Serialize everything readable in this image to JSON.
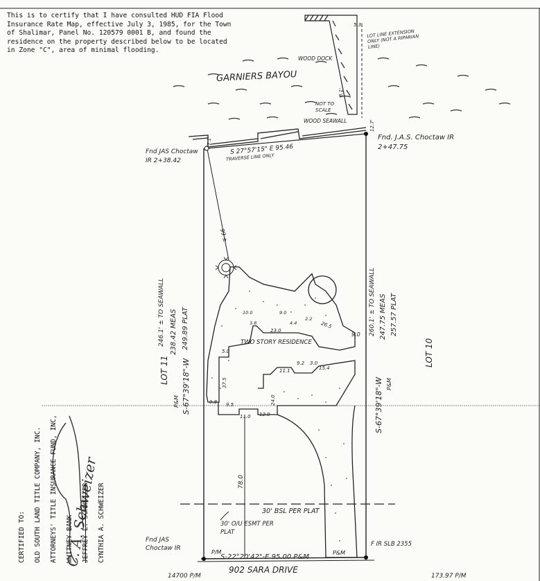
{
  "certification_note": "This is to certify that I have consulted HUD FIA Flood Insurance Rate Map, effective July 3, 1985, for the Town of Shalimar, Panel No. 120579 0001 B, and found the residence on the property described below to be located in Zone \"C\", area of minimal flooding.",
  "certified_to": {
    "heading": "CERTIFIED TO:",
    "parties": [
      "OLD SOUTH LAND TITLE COMPANY, INC.",
      "ATTORNEYS' TITLE INSURANCE FUND, INC,",
      "WHITNEY BANK",
      "JEFFREY L. SCHWEIZER",
      "CYNTHIA A. SCHWEIZER"
    ]
  },
  "water": {
    "bayou_name": "GARNIERS BAYOU",
    "wood_dock": "WOOD DOCK",
    "wood_seawall": "WOOD SEAWALL",
    "not_to_scale": "NOT TO SCALE",
    "lot_line_note": "LOT LINE EXTENSION ONLY (NOT A RIPARIAN LINE)",
    "dim_53": "5.3'",
    "dim_81": "8.1'",
    "dim_127": "12.7'",
    "dim_71": "7.1'"
  },
  "corners": {
    "nw": "Fnd JAS Choctaw IR 2+38.42",
    "ne": "Fnd. J.A.S. Choctaw IR 2+47.75",
    "sw": "Fnd JAS Choctaw IR",
    "se": "F IR SLB 2355"
  },
  "bearings": {
    "north": "S 27°57'15\" E  95.46",
    "traverse": "TRAVERSE LINE ONLY",
    "diagonal": "99 ±",
    "west": "S-67°39'18\"-W",
    "east": "S-67°39'18\"-W",
    "west_pm": "P&M",
    "east_pm": "P&M",
    "south": "S-22°20'42\"-E  95.00  P&M"
  },
  "west_line": {
    "to_seawall": "246.1' ± TO SEAWALL",
    "meas": "238.42 MEAS",
    "plat": "249.89 PLAT"
  },
  "east_line": {
    "to_seawall": "260.1' ± TO SEAWALL",
    "meas": "247.75 MEAS",
    "plat": "257.57 PLAT"
  },
  "lots": {
    "west": "LOT 11",
    "east": "LOT 10"
  },
  "building": {
    "label": "TWO STORY RESIDENCE",
    "dims": [
      "23.0",
      "9.2",
      "3.0",
      "15.4",
      "11.1",
      "37.5",
      "5.0",
      "9.8",
      "9.5",
      "24.0",
      "11.0",
      "12.0",
      "26.5",
      "9.0",
      "10.0",
      "4.4",
      "2.2",
      "3.8",
      "9.0"
    ]
  },
  "setbacks": {
    "depth": "78.0",
    "bsl": "30' BSL PER PLAT",
    "esmt": "30' O/U ESMT PER PLAT",
    "pm": "P/M"
  },
  "street": {
    "name": "902 SARA DRIVE",
    "left_station": "14700 P/M",
    "right_station": "173.97 P/M",
    "pm_right": "P&M"
  },
  "signature": "C. A. Schweizer"
}
